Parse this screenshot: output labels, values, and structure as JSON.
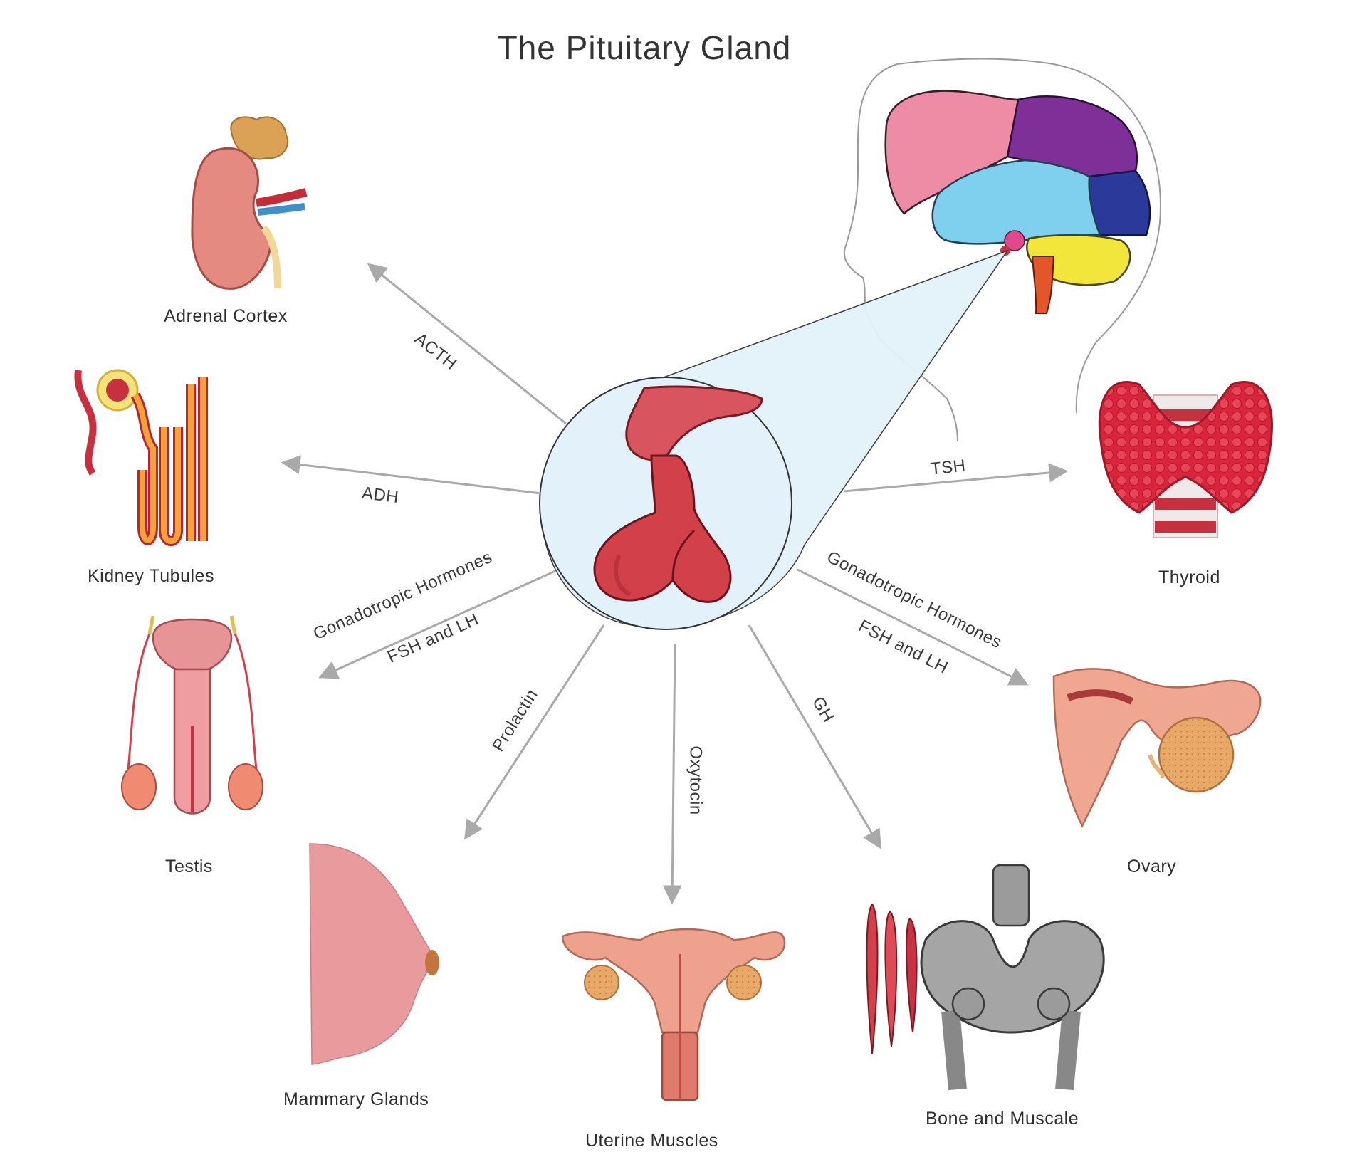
{
  "title": "The Pituitary Gland",
  "hormones": {
    "acth": "ACTH",
    "adh": "ADH",
    "tsh": "TSH",
    "gonadotropic_left": "Gonadotropic Hormones",
    "fsh_lh_left": "FSH and LH",
    "gonadotropic_right": "Gonadotropic Hormones",
    "fsh_lh_right": "FSH and LH",
    "prolactin": "Prolactin",
    "oxytocin": "Oxytocin",
    "gh": "GH"
  },
  "targets": {
    "adrenal": "Adrenal Cortex",
    "kidney": "Kidney Tubules",
    "thyroid": "Thyroid",
    "testis": "Testis",
    "ovary": "Ovary",
    "mammary": "Mammary Glands",
    "uterine": "Uterine Muscles",
    "bone": "Bone and Muscale"
  },
  "colors": {
    "arrow": "#a9a9a9",
    "zoom_fill": "#e3f2fa",
    "gland": "#d2404a",
    "brain_frontal": "#ee8ca6",
    "brain_parietal": "#7e2f98",
    "brain_temporal": "#7fd0ef",
    "brain_occipital": "#2b3a9a",
    "brain_cerebellum": "#f2e63a",
    "brain_stem": "#e2562a"
  }
}
